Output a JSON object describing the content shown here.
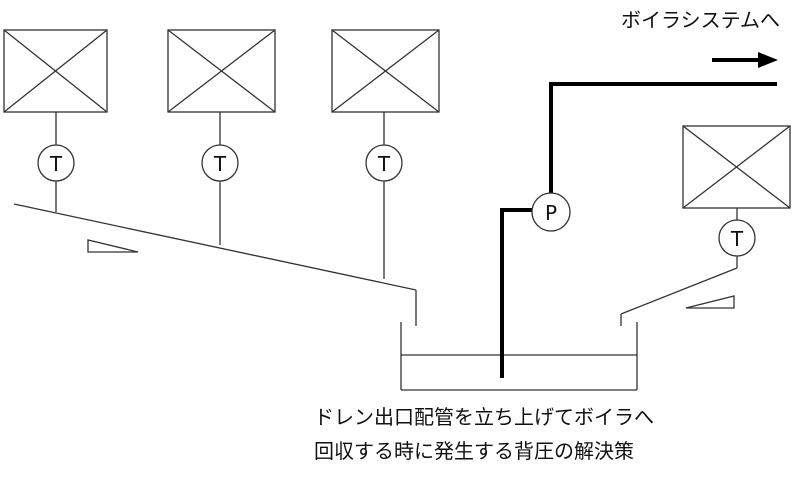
{
  "diagram": {
    "labels": {
      "boiler_system": "ボイラシステムへ",
      "caption_line_1": "ドレン出口配管を立ち上げてボイラへ",
      "caption_line_2": "回収する時に発生する背圧の解決策"
    },
    "trap_symbol": "T",
    "pump_symbol": "P",
    "colors": {
      "line": "#333333",
      "pipe_bold": "#000000",
      "background": "#ffffff"
    },
    "equipment": {
      "left_units": [
        "steam-unit-1",
        "steam-unit-2",
        "steam-unit-3"
      ],
      "right_unit": "steam-unit-4"
    }
  }
}
